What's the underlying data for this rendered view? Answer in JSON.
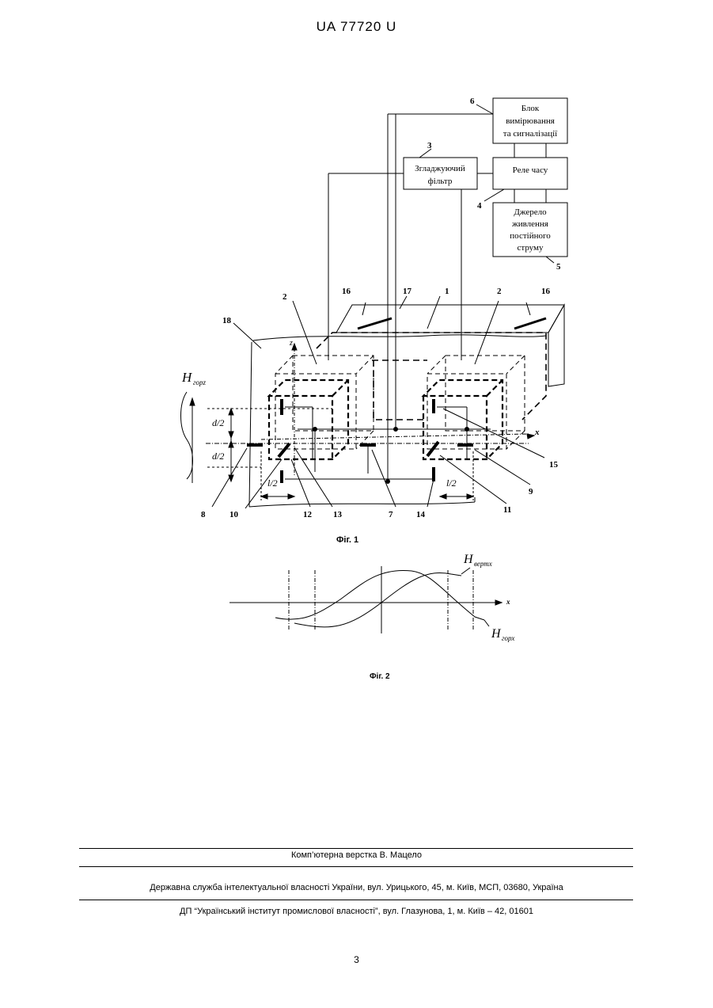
{
  "header": {
    "patent_number": "UA   77720   U"
  },
  "fig1": {
    "caption": "Фіг. 1",
    "blocks": {
      "b6_line1": "Блок",
      "b6_line2": "вимірювання",
      "b6_line3": "та сигналізації",
      "b3_line1": "Згладжуючий",
      "b3_line2": "фільтр",
      "b4": "Реле часу",
      "b5_line1": "Джерело",
      "b5_line2": "живлення",
      "b5_line3": "постійного",
      "b5_line4": "струму"
    },
    "labels": {
      "n1": "1",
      "n2a": "2",
      "n2b": "2",
      "n3": "3",
      "n4": "4",
      "n5": "5",
      "n6": "6",
      "n7": "7",
      "n8": "8",
      "n9": "9",
      "n10": "10",
      "n11": "11",
      "n12": "12",
      "n13": "13",
      "n14": "14",
      "n15": "15",
      "n16a": "16",
      "n16b": "16",
      "n17": "17",
      "n18": "18",
      "axis_z": "z",
      "axis_x": "x",
      "d_half_top": "d/2",
      "d_half_bottom": "d/2",
      "l_half_left": "l/2",
      "l_half_right": "l/2",
      "h_main": "H",
      "h_sub": "горz"
    }
  },
  "fig2": {
    "caption": "Фіг. 2",
    "axis_x": "x",
    "h_vert_main": "H",
    "h_vert_sub": "вертх",
    "h_hor_main": "H",
    "h_hor_sub": "горх"
  },
  "footer": {
    "line1": "Комп’ютерна верстка В. Мацело",
    "line2": "Державна служба інтелектуальної власності України, вул. Урицького, 45, м. Київ, МСП, 03680, Україна",
    "line3": "ДП “Український інститут промислової власності”, вул. Глазунова, 1, м. Київ – 42, 01601",
    "page_number": "3"
  }
}
